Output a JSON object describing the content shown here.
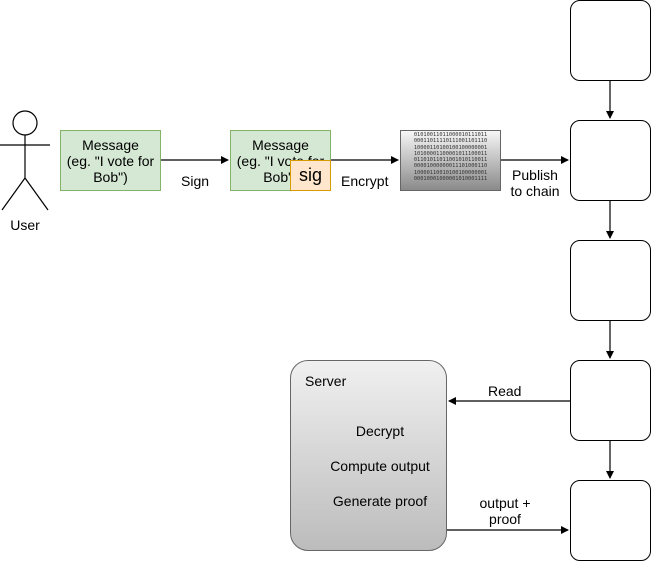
{
  "actor": {
    "label": "User"
  },
  "message_box": {
    "lines": [
      "Message",
      "(eg. \"I vote for",
      "Bob\")"
    ]
  },
  "signed_box": {
    "lines": [
      "Message",
      "(eg. \"I vote for",
      "Bob\")"
    ],
    "sig_label": "sig"
  },
  "edges": {
    "sign": "Sign",
    "encrypt": "Encrypt",
    "publish": [
      "Publish",
      "to chain"
    ],
    "read": "Read",
    "output": [
      "output +",
      "proof"
    ]
  },
  "ciphertext": {
    "lines": [
      "01010011011000010111011",
      "00011011110111001101110",
      "10000110100100100000001",
      "10100001100001011100011",
      "01101011011001010110011",
      "00001000000011101000110",
      "10000110010100100000001",
      "00010001000001010001111"
    ]
  },
  "server": {
    "title": "Server",
    "steps": [
      "Decrypt",
      "Compute output",
      "Generate proof"
    ]
  },
  "chain": {
    "blocks": 5
  },
  "colors": {
    "message_fill": "#d5e8d4",
    "message_stroke": "#82b366",
    "sig_fill": "#ffe6cc",
    "sig_stroke": "#d79b00"
  }
}
